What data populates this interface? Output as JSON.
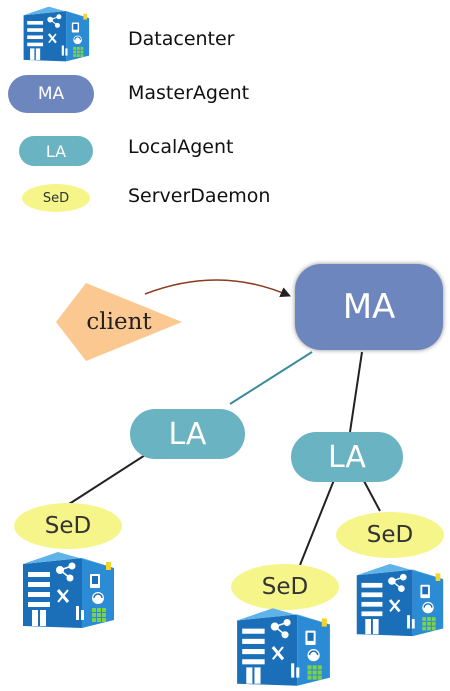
{
  "legend": {
    "datacenter": {
      "label": "Datacenter",
      "icon": "datacenter-icon"
    },
    "master_agent": {
      "badge": "MA",
      "label": "MasterAgent",
      "color": "#6d86bd"
    },
    "local_agent": {
      "badge": "LA",
      "label": "LocalAgent",
      "color": "#69b3c2"
    },
    "server_daemon": {
      "badge": "SeD",
      "label": "ServerDaemon",
      "color": "#f5f58a"
    }
  },
  "diagram": {
    "client": {
      "label": "client",
      "color": "#fbc891"
    },
    "master_agent": {
      "label": "MA"
    },
    "local_agents": [
      {
        "label": "LA"
      },
      {
        "label": "LA"
      }
    ],
    "server_daemons": [
      {
        "label": "SeD"
      },
      {
        "label": "SeD"
      },
      {
        "label": "SeD"
      }
    ]
  }
}
